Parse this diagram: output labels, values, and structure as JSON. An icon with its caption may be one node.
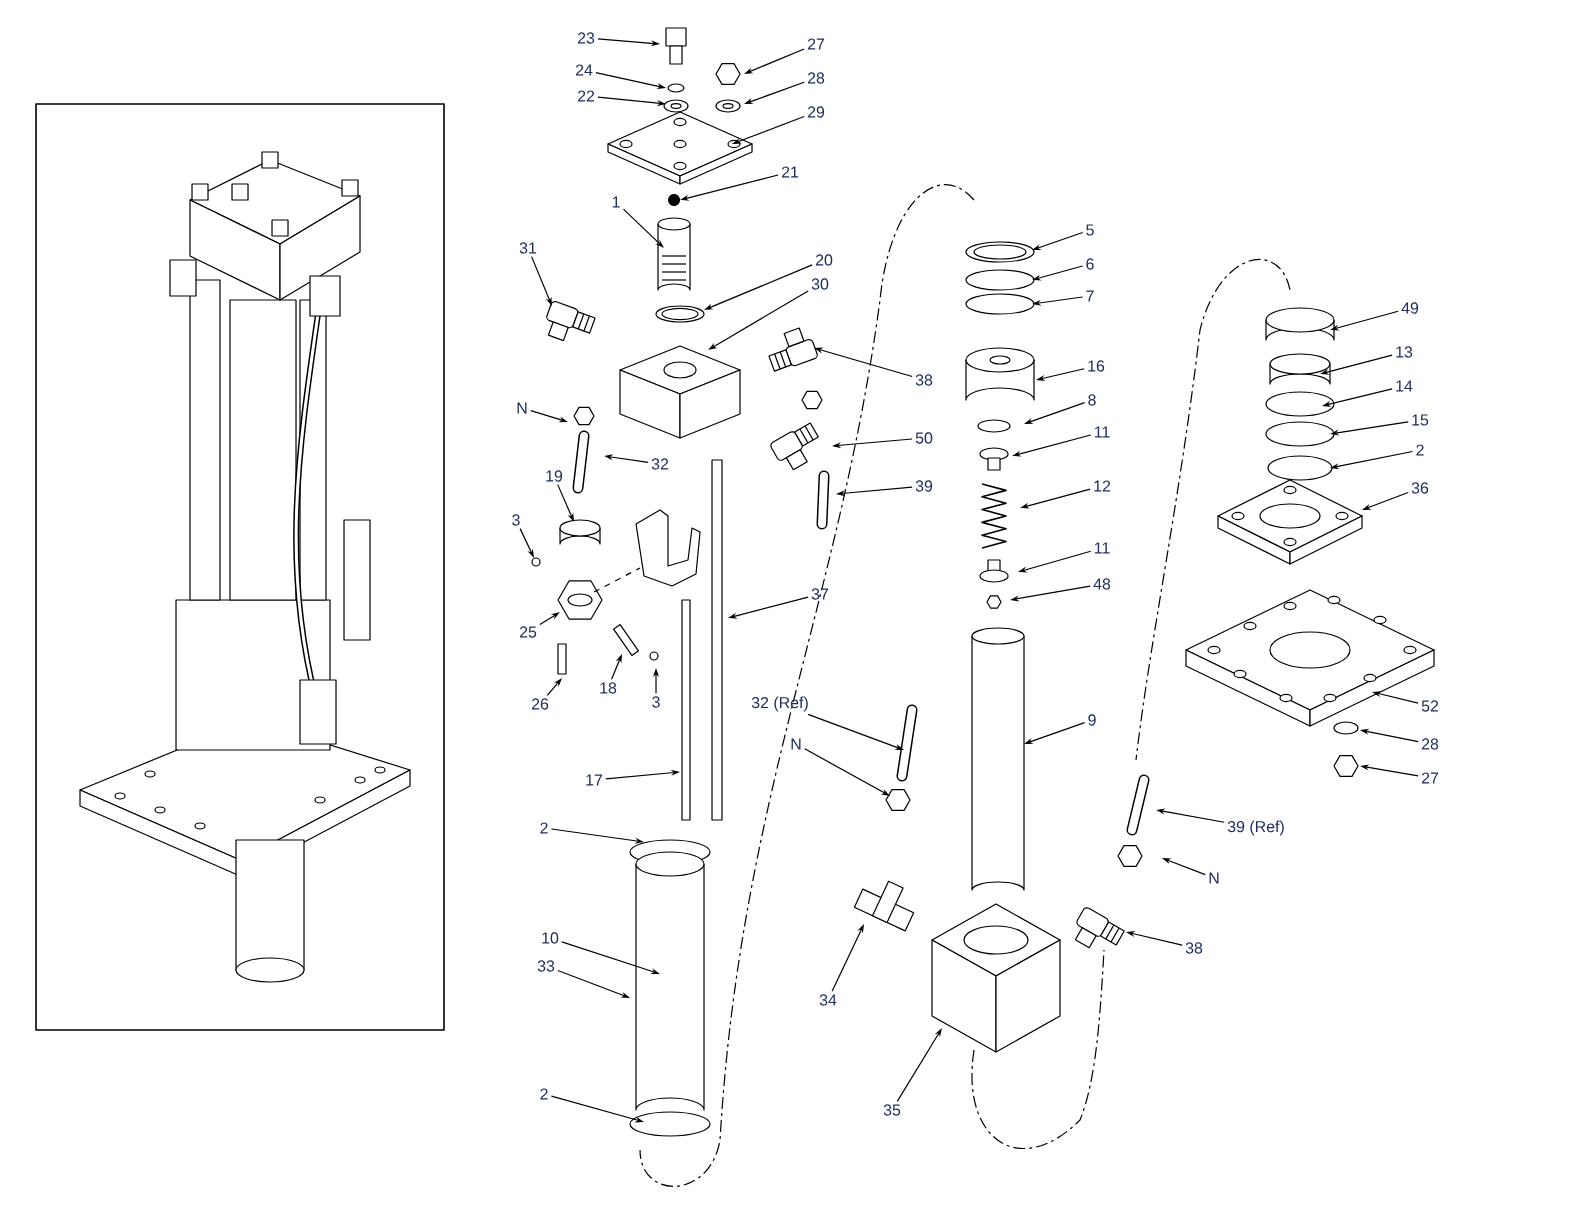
{
  "diagram": {
    "nodes": [
      {
        "text": [
          "23"
        ]
      },
      {
        "text": [
          "24"
        ]
      },
      {
        "text": [
          "22"
        ]
      },
      {
        "text": [
          "27"
        ]
      },
      {
        "text": [
          "28"
        ]
      },
      {
        "text": [
          "29"
        ]
      },
      {
        "text": [
          "21"
        ]
      },
      {
        "text": [
          "1"
        ]
      },
      {
        "text": [
          "31"
        ]
      },
      {
        "text": [
          "20"
        ]
      },
      {
        "text": [
          "30"
        ]
      },
      {
        "text": [
          "38"
        ]
      },
      {
        "text": [
          "N"
        ]
      },
      {
        "text": [
          "32"
        ]
      },
      {
        "text": [
          "50"
        ]
      },
      {
        "text": [
          "39"
        ]
      },
      {
        "text": [
          "19"
        ]
      },
      {
        "text": [
          "3"
        ]
      },
      {
        "text": [
          "25"
        ]
      },
      {
        "text": [
          "26"
        ]
      },
      {
        "text": [
          "18"
        ]
      },
      {
        "text": [
          "3"
        ]
      },
      {
        "text": [
          "37"
        ]
      },
      {
        "text": [
          "17"
        ]
      },
      {
        "text": [
          "32 (Ref)"
        ]
      },
      {
        "text": [
          "N"
        ]
      },
      {
        "text": [
          "5"
        ]
      },
      {
        "text": [
          "6"
        ]
      },
      {
        "text": [
          "7"
        ]
      },
      {
        "text": [
          "16"
        ]
      },
      {
        "text": [
          "8"
        ]
      },
      {
        "text": [
          "11"
        ]
      },
      {
        "text": [
          "12"
        ]
      },
      {
        "text": [
          "11"
        ]
      },
      {
        "text": [
          "48"
        ]
      },
      {
        "text": [
          "9"
        ]
      },
      {
        "text": [
          "49"
        ]
      },
      {
        "text": [
          "13"
        ]
      },
      {
        "text": [
          "14"
        ]
      },
      {
        "text": [
          "15"
        ]
      },
      {
        "text": [
          "2"
        ]
      },
      {
        "text": [
          "36"
        ]
      },
      {
        "text": [
          "52"
        ]
      },
      {
        "text": [
          "28"
        ]
      },
      {
        "text": [
          "27"
        ]
      },
      {
        "text": [
          "39 (Ref)"
        ]
      },
      {
        "text": [
          "N"
        ]
      },
      {
        "text": [
          "38"
        ]
      },
      {
        "text": [
          "34"
        ]
      },
      {
        "text": [
          "35"
        ]
      },
      {
        "text": [
          "2"
        ]
      },
      {
        "text": [
          "10"
        ]
      },
      {
        "text": [
          "33"
        ]
      },
      {
        "text": [
          "2"
        ]
      }
    ],
    "edges": [
      {
        "from": 0,
        "to": null,
        "arrow": "to"
      },
      {
        "from": 1,
        "to": null,
        "arrow": "to"
      },
      {
        "from": 2,
        "to": null,
        "arrow": "to"
      },
      {
        "from": 3,
        "to": null,
        "arrow": "to"
      },
      {
        "from": 4,
        "to": null,
        "arrow": "to"
      },
      {
        "from": 5,
        "to": null,
        "arrow": "to"
      },
      {
        "from": 6,
        "to": null,
        "arrow": "to"
      },
      {
        "from": 7,
        "to": null,
        "arrow": "to"
      },
      {
        "from": 8,
        "to": null,
        "arrow": "to"
      },
      {
        "from": 9,
        "to": null,
        "arrow": "to"
      },
      {
        "from": 10,
        "to": null,
        "arrow": "to"
      },
      {
        "from": 11,
        "to": null,
        "arrow": "to"
      },
      {
        "from": 12,
        "to": null,
        "arrow": "to"
      },
      {
        "from": 13,
        "to": null,
        "arrow": "to"
      },
      {
        "from": 14,
        "to": null,
        "arrow": "to"
      },
      {
        "from": 15,
        "to": null,
        "arrow": "to"
      },
      {
        "from": 16,
        "to": null,
        "arrow": "to"
      },
      {
        "from": 17,
        "to": null,
        "arrow": "to"
      },
      {
        "from": 18,
        "to": null,
        "arrow": "to"
      },
      {
        "from": 19,
        "to": null,
        "arrow": "to"
      },
      {
        "from": 20,
        "to": null,
        "arrow": "to"
      },
      {
        "from": 21,
        "to": null,
        "arrow": "to"
      },
      {
        "from": 22,
        "to": null,
        "arrow": "to"
      },
      {
        "from": 23,
        "to": null,
        "arrow": "to"
      },
      {
        "from": 24,
        "to": null,
        "arrow": "to"
      },
      {
        "from": 25,
        "to": null,
        "arrow": "to"
      },
      {
        "from": 26,
        "to": null,
        "arrow": "to"
      },
      {
        "from": 27,
        "to": null,
        "arrow": "to"
      },
      {
        "from": 28,
        "to": null,
        "arrow": "to"
      },
      {
        "from": 29,
        "to": null,
        "arrow": "to"
      },
      {
        "from": 30,
        "to": null,
        "arrow": "to"
      },
      {
        "from": 31,
        "to": null,
        "arrow": "to"
      },
      {
        "from": 32,
        "to": null,
        "arrow": "to"
      },
      {
        "from": 33,
        "to": null,
        "arrow": "to"
      },
      {
        "from": 34,
        "to": null,
        "arrow": "to"
      },
      {
        "from": 35,
        "to": null,
        "arrow": "to"
      },
      {
        "from": 36,
        "to": null,
        "arrow": "to"
      },
      {
        "from": 37,
        "to": null,
        "arrow": "to"
      },
      {
        "from": 38,
        "to": null,
        "arrow": "to"
      },
      {
        "from": 39,
        "to": null,
        "arrow": "to"
      },
      {
        "from": 40,
        "to": null,
        "arrow": "to"
      },
      {
        "from": 41,
        "to": null,
        "arrow": "to"
      },
      {
        "from": 42,
        "to": null,
        "arrow": "to"
      },
      {
        "from": 43,
        "to": null,
        "arrow": "to"
      },
      {
        "from": 44,
        "to": null,
        "arrow": "to"
      },
      {
        "from": 45,
        "to": null,
        "arrow": "to"
      },
      {
        "from": 46,
        "to": null,
        "arrow": "to"
      },
      {
        "from": 47,
        "to": null,
        "arrow": "to"
      },
      {
        "from": 48,
        "to": null,
        "arrow": "to"
      },
      {
        "from": 49,
        "to": null,
        "arrow": "to"
      },
      {
        "from": 50,
        "to": null,
        "arrow": "to"
      },
      {
        "from": 51,
        "to": null,
        "arrow": "to"
      },
      {
        "from": 52,
        "to": null,
        "arrow": "to"
      },
      {
        "from": 53,
        "to": null,
        "arrow": "to"
      }
    ]
  }
}
